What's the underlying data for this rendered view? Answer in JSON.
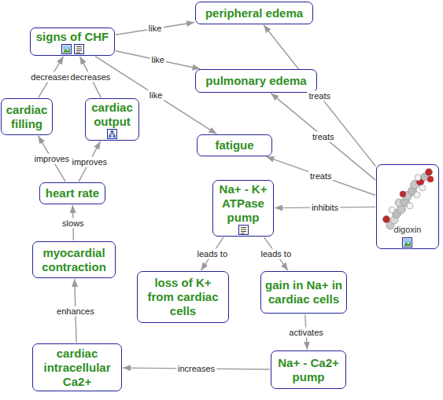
{
  "diagram": {
    "nodes": [
      {
        "text": [
          "signs of CHF"
        ]
      },
      {
        "text": [
          "peripheral edema"
        ]
      },
      {
        "text": [
          "pulmonary edema"
        ]
      },
      {
        "text": [
          "cardiac filling"
        ]
      },
      {
        "text": [
          "cardiac output"
        ]
      },
      {
        "text": [
          "fatigue"
        ]
      },
      {
        "text": [
          "Na+ - K+ ATPase pump"
        ]
      },
      {
        "text": [
          "heart rate"
        ]
      },
      {
        "text": [
          "digoxin"
        ]
      },
      {
        "text": [
          "myocardial contraction"
        ]
      },
      {
        "text": [
          "loss of K+ from cardiac cells"
        ]
      },
      {
        "text": [
          "gain in Na+ in cardiac cells"
        ]
      },
      {
        "text": [
          "cardiac intracellular Ca2+"
        ]
      },
      {
        "text": [
          "Na+ - Ca2+ pump"
        ]
      }
    ],
    "edges": [
      {
        "from": 0,
        "to": 1,
        "label": "like",
        "arrow": "to"
      },
      {
        "from": 0,
        "to": 2,
        "label": "like",
        "arrow": "to"
      },
      {
        "from": 0,
        "to": 5,
        "label": "like",
        "arrow": "to"
      },
      {
        "from": 3,
        "to": 0,
        "label": "decreases",
        "arrow": "to"
      },
      {
        "from": 4,
        "to": 0,
        "label": "decreases",
        "arrow": "to"
      },
      {
        "from": 7,
        "to": 3,
        "label": "improves",
        "arrow": "to"
      },
      {
        "from": 7,
        "to": 4,
        "label": "improves",
        "arrow": "to"
      },
      {
        "from": 9,
        "to": 7,
        "label": "slows",
        "arrow": "to"
      },
      {
        "from": 12,
        "to": 9,
        "label": "enhances",
        "arrow": "to"
      },
      {
        "from": 13,
        "to": 12,
        "label": "increases",
        "arrow": "to"
      },
      {
        "from": 11,
        "to": 13,
        "label": "activates",
        "arrow": "to"
      },
      {
        "from": 6,
        "to": 10,
        "label": "leads to",
        "arrow": "to"
      },
      {
        "from": 6,
        "to": 11,
        "label": "leads to",
        "arrow": "to"
      },
      {
        "from": 8,
        "to": 6,
        "label": "inhibits",
        "arrow": "to"
      },
      {
        "from": 8,
        "to": 5,
        "label": "treats",
        "arrow": "to"
      },
      {
        "from": 8,
        "to": 2,
        "label": "treats",
        "arrow": "to"
      },
      {
        "from": 8,
        "to": 1,
        "label": "treats",
        "arrow": "to"
      }
    ]
  }
}
